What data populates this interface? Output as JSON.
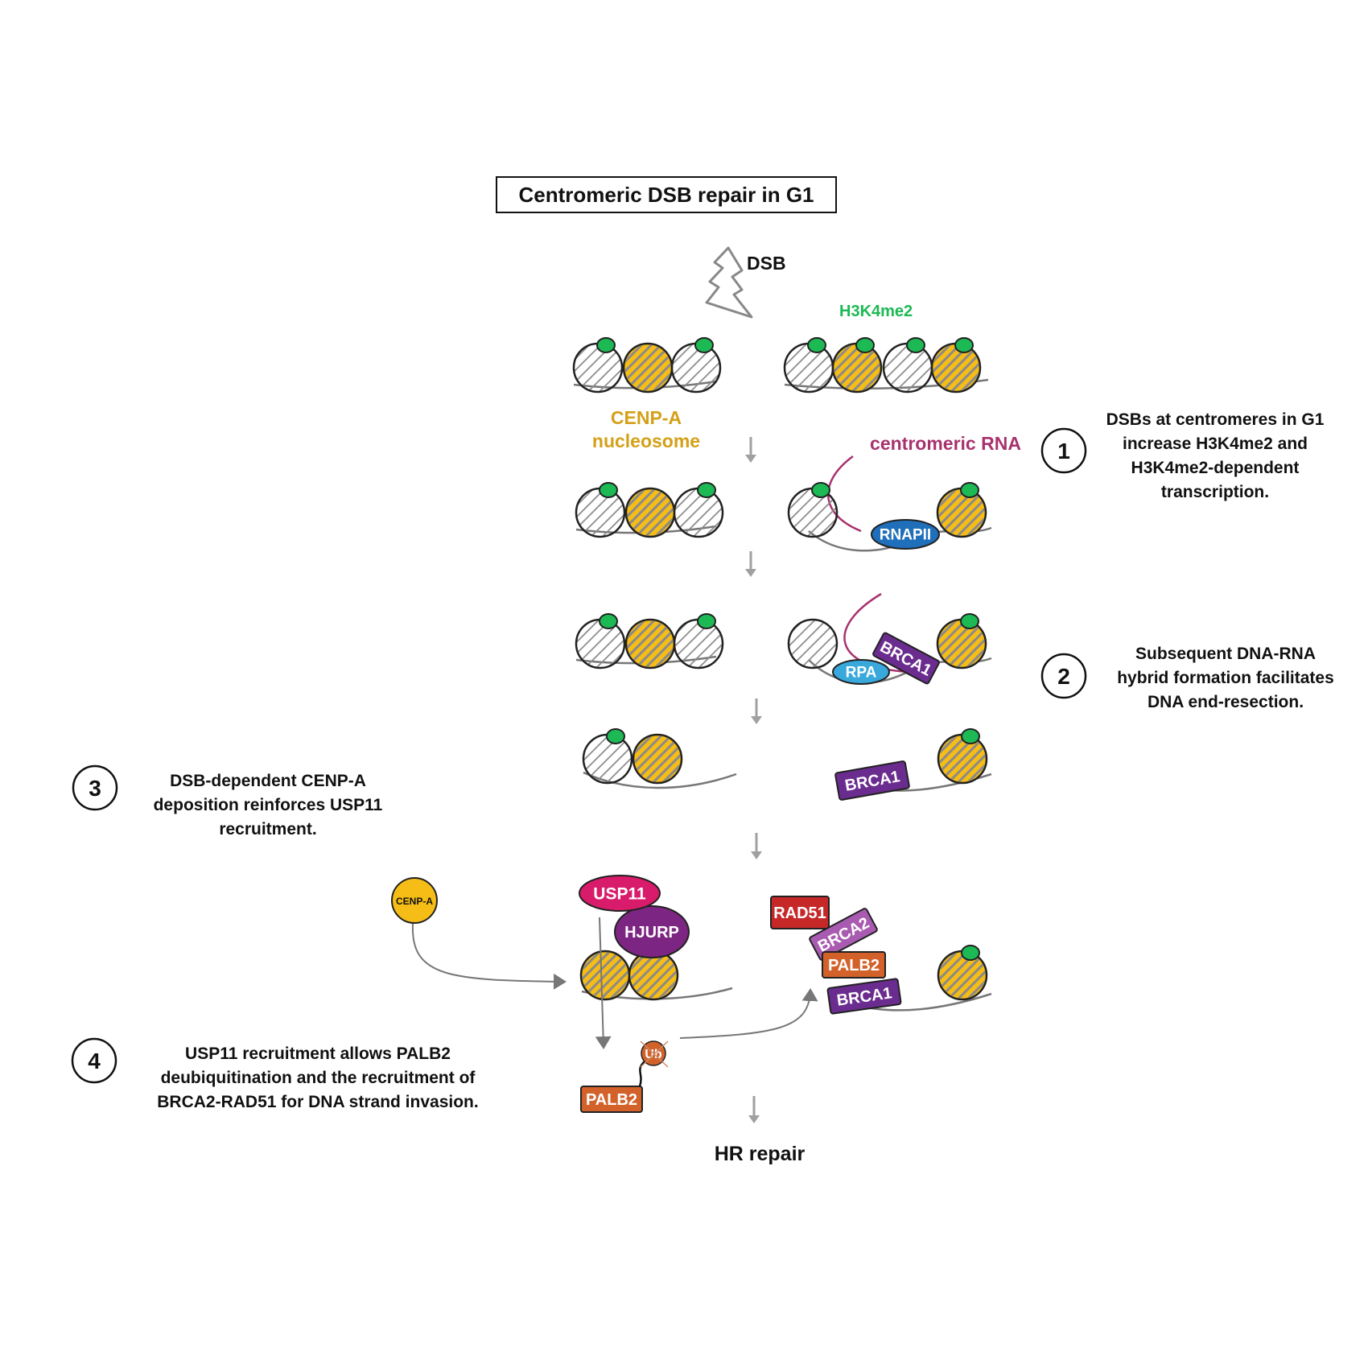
{
  "title": "Centromeric DSB repair in G1",
  "dsb_label": "DSB",
  "mark_label": "H3K4me2",
  "nucleosome_label_line1": "CENP-A",
  "nucleosome_label_line2": "nucleosome",
  "rna_label": "centromeric RNA",
  "proteins": {
    "rnapii": "RNAPII",
    "rpa": "RPA",
    "brca1": "BRCA1",
    "usp11": "USP11",
    "hjurp": "HJURP",
    "cenpa_free": "CENP-A",
    "rad51": "RAD51",
    "brca2": "BRCA2",
    "palb2": "PALB2",
    "ub": "Ub"
  },
  "steps": [
    {
      "number": "1",
      "lines": [
        "DSBs at centromeres in G1",
        "increase H3K4me2 and",
        "H3K4me2-dependent",
        "transcription."
      ]
    },
    {
      "number": "2",
      "lines": [
        "Subsequent DNA-RNA",
        "hybrid formation facilitates",
        "DNA end-resection."
      ]
    },
    {
      "number": "3",
      "lines": [
        "DSB-dependent CENP-A",
        "deposition reinforces USP11",
        "recruitment."
      ]
    },
    {
      "number": "4",
      "lines": [
        "USP11 recruitment allows PALB2",
        "deubiquitination and the recruitment of",
        "BRCA2-RAD51 for DNA strand invasion."
      ]
    }
  ],
  "outcome": "HR repair",
  "colors": {
    "cenpa": "#f6bd16",
    "h3k4me2": "#1db954",
    "rna": "#a8326e",
    "rnapii": "#1f6fba",
    "rpa": "#39a9dc",
    "brca1": "#6a2c8e",
    "usp11": "#d81b6a",
    "hjurp": "#7d2582",
    "rad51": "#c62828",
    "brca2": "#a85bb0",
    "palb2": "#d2622a",
    "arrow": "#a0a0a0"
  }
}
